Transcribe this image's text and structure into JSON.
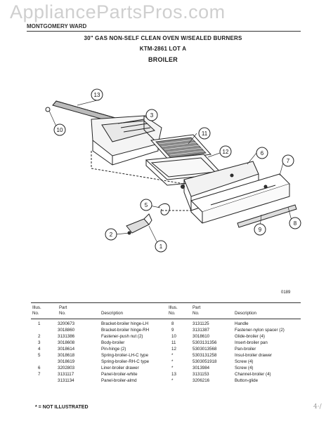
{
  "watermark": "AppliancePartsPros.com",
  "header_strip": "MONTGOMERY WARD",
  "title": "30\" GAS NON-SELF CLEAN OVEN W/SEALED BURNERS",
  "model": "KTM-2861 LOT A",
  "section": "BROILER",
  "page_number": "0189",
  "callouts": [
    "13",
    "10",
    "3",
    "11",
    "12",
    "6",
    "7",
    "5",
    "2",
    "1",
    "9",
    "8"
  ],
  "table_headers": {
    "illus": "Illus.",
    "no": "No.",
    "part": "Part",
    "part_no": "No.",
    "description": "Description"
  },
  "left_rows": [
    {
      "illus": "1",
      "part": "3200673",
      "desc": "Bracket-broiler hinge-LH"
    },
    {
      "illus": "",
      "part": "3018860",
      "desc": "Bracket-broiler hinge-RH"
    },
    {
      "illus": "2",
      "part": "3131386",
      "desc": "Fastener-push nut (2)"
    },
    {
      "illus": "3",
      "part": "3018608",
      "desc": "Body-broiler"
    },
    {
      "illus": "4",
      "part": "3018614",
      "desc": "Pin-hinge (2)"
    },
    {
      "illus": "5",
      "part": "3018618",
      "desc": "Spring-broiler-LH-C type"
    },
    {
      "illus": "",
      "part": "3018619",
      "desc": "Spring-broiler-RH-C type"
    },
    {
      "illus": "6",
      "part": "3202803",
      "desc": "Liner-broiler drawer"
    },
    {
      "illus": "7",
      "part": "3131117",
      "desc": "Panel-broiler-white"
    },
    {
      "illus": "",
      "part": "3131134",
      "desc": "Panel-broiler-almd"
    }
  ],
  "right_rows": [
    {
      "illus": "8",
      "part": "3131125",
      "desc": "Handle"
    },
    {
      "illus": "9",
      "part": "3131387",
      "desc": "Fastener-nylon spacer (2)"
    },
    {
      "illus": "10",
      "part": "3018610",
      "desc": "Glide-broiler (4)"
    },
    {
      "illus": "11",
      "part": "5303131356",
      "desc": "Insert-broiler pan"
    },
    {
      "illus": "12",
      "part": "5303013568",
      "desc": "Pan-broiler"
    },
    {
      "illus": "*",
      "part": "5303131258",
      "desc": "Insul-broiler drawer"
    },
    {
      "illus": "*",
      "part": "5303051918",
      "desc": "Screw (4)"
    },
    {
      "illus": "*",
      "part": "3013984",
      "desc": "Screw (4)"
    },
    {
      "illus": "13",
      "part": "3131153",
      "desc": "Channel-broiler (4)"
    },
    {
      "illus": "*",
      "part": "3206216",
      "desc": "Button-glide"
    }
  ],
  "footnote": "* = NOT ILLUSTRATED",
  "corner_mark": "4·/"
}
